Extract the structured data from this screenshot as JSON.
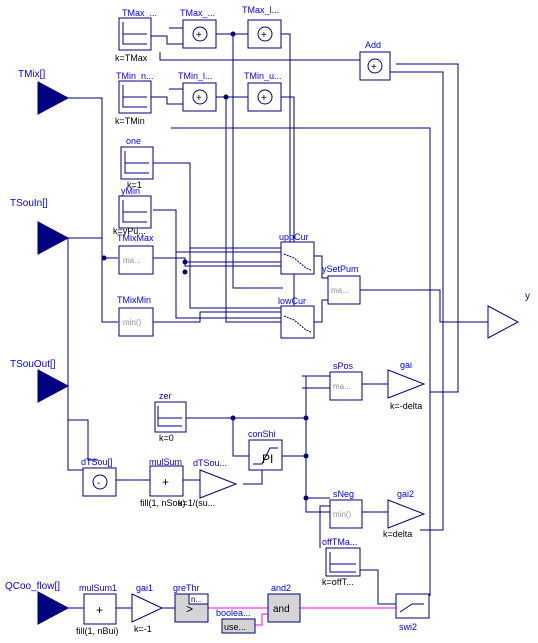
{
  "inputs": {
    "tmix": "TMix[]",
    "tsouin": "TSouIn[]",
    "tsouout": "TSouOut[]",
    "qcoo": "QCoo_flow[]"
  },
  "output": {
    "y": "y"
  },
  "blocks": {
    "tmax_const": {
      "name": "TMax_...",
      "param": "k=TMax"
    },
    "tmax_add1": {
      "name": "TMax_..."
    },
    "tmax_add2": {
      "name": "TMax_l..."
    },
    "add": {
      "name": "Add"
    },
    "tmin_const": {
      "name": "TMin_n...",
      "param": "k=TMin"
    },
    "tmin_add1": {
      "name": "TMin_l..."
    },
    "tmin_add2": {
      "name": "TMin_u..."
    },
    "one": {
      "name": "one",
      "param": "k=1"
    },
    "ymin": {
      "name": "yMin",
      "param": "k=yPu..."
    },
    "tmixmax": {
      "name": "TMixMax",
      "inner": "ma..."
    },
    "tmixmin": {
      "name": "TMixMin",
      "inner": "min()"
    },
    "uppcur": {
      "name": "uppCur"
    },
    "lowcur": {
      "name": "lowCur"
    },
    "ysetpum": {
      "name": "ySetPum",
      "inner": "ma..."
    },
    "spos": {
      "name": "sPos",
      "inner": "ma..."
    },
    "gai": {
      "name": "gai",
      "param": "k=-delta"
    },
    "zer": {
      "name": "zer",
      "param": "k=0"
    },
    "conshi": {
      "name": "conShi",
      "symbol": "PI"
    },
    "dtsou": {
      "name": "dTSou[]",
      "symbol": "-"
    },
    "mulsum": {
      "name": "mulSum",
      "symbol": "+",
      "param": "fill(1, nSou)"
    },
    "dtsou_nor": {
      "name": "dTSou...",
      "param": "k=1/(su..."
    },
    "sneg": {
      "name": "sNeg",
      "inner": "min()"
    },
    "gai2": {
      "name": "gai2",
      "param": "k=delta"
    },
    "offtma": {
      "name": "offTMa...",
      "param": "k=offT..."
    },
    "mulsum1": {
      "name": "mulSum1",
      "symbol": "+",
      "param": "fill(1, nBui)"
    },
    "gai1": {
      "name": "gai1",
      "param": "k=-1"
    },
    "grethr": {
      "name": "greThr",
      "symbol": ">",
      "inner": "n..."
    },
    "and2": {
      "name": "and2",
      "symbol": "and"
    },
    "boolea": {
      "name": "boolea...",
      "inner": "use..."
    },
    "swi2": {
      "name": "swi2"
    }
  },
  "colors": {
    "wire": "#000080",
    "label": "#0000ff",
    "boolean_wire": "#ff00ff",
    "logic_fill": "#d4d4d4"
  }
}
